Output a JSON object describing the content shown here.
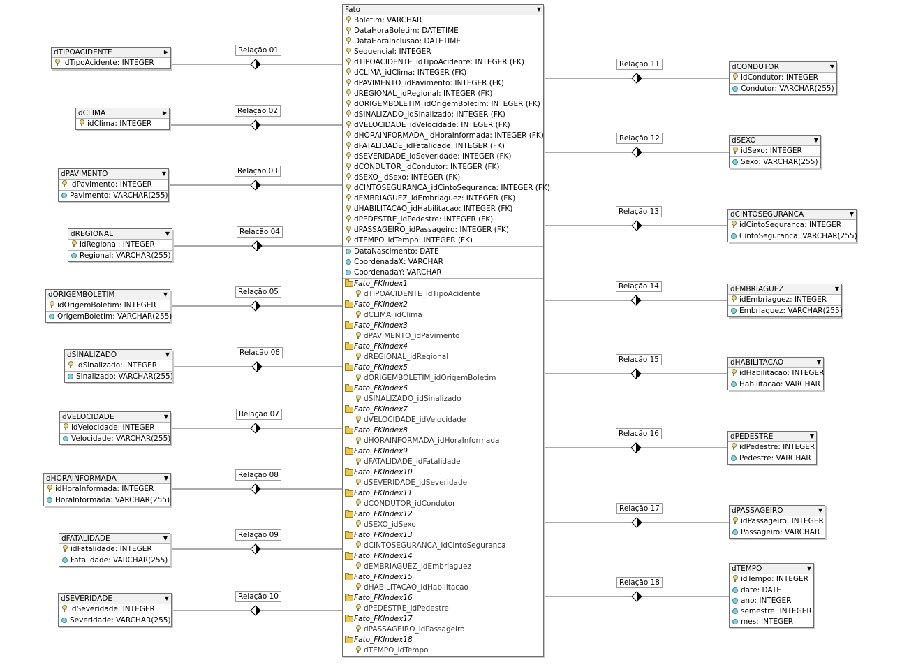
{
  "fact": {
    "title": "Fato",
    "columns": [
      "Boletim: VARCHAR",
      "DataHoraBoletim: DATETIME",
      "DataHoraInclusao: DATETIME",
      "Sequencial: INTEGER",
      "dTIPOACIDENTE_idTipoAcidente: INTEGER (FK)",
      "dCLIMA_idClima: INTEGER (FK)",
      "dPAVIMENTO_idPavimento: INTEGER (FK)",
      "dREGIONAL_idRegional: INTEGER (FK)",
      "dORIGEMBOLETIM_idOrigemBoletim: INTEGER (FK)",
      "dSINALIZADO_idSinalizado: INTEGER (FK)",
      "dVELOCIDADE_idVelocidade: INTEGER (FK)",
      "dHORAINFORMADA_idHoraInformada: INTEGER (FK)",
      "dFATALIDADE_idFatalidade: INTEGER (FK)",
      "dSEVERIDADE_idSeveridade: INTEGER (FK)",
      "dCONDUTOR_idCondutor: INTEGER (FK)",
      "dSEXO_idSexo: INTEGER (FK)",
      "dCINTOSEGURANCA_idCintoSeguranca: INTEGER (FK)",
      "dEMBRIAGUEZ_idEmbriaguez: INTEGER (FK)",
      "dHABILITACAO_idHabilitacao: INTEGER (FK)",
      "dPEDESTRE_idPedestre: INTEGER (FK)",
      "dPASSAGEIRO_idPassageiro: INTEGER (FK)",
      "dTEMPO_idTempo: INTEGER (FK)"
    ],
    "attributes": [
      "DataNascimento: DATE",
      "CoordenadaX: VARCHAR",
      "CoordenadaY: VARCHAR"
    ],
    "indexes": [
      {
        "name": "Fato_FKIndex1",
        "column": "dTIPOACIDENTE_idTipoAcidente"
      },
      {
        "name": "Fato_FKIndex2",
        "column": "dCLIMA_idClima"
      },
      {
        "name": "Fato_FKIndex3",
        "column": "dPAVIMENTO_idPavimento"
      },
      {
        "name": "Fato_FKIndex4",
        "column": "dREGIONAL_idRegional"
      },
      {
        "name": "Fato_FKIndex5",
        "column": "dORIGEMBOLETIM_idOrigemBoletim"
      },
      {
        "name": "Fato_FKIndex6",
        "column": "dSINALIZADO_idSinalizado"
      },
      {
        "name": "Fato_FKIndex7",
        "column": "dVELOCIDADE_idVelocidade"
      },
      {
        "name": "Fato_FKIndex8",
        "column": "dHORAINFORMADA_idHoraInformada"
      },
      {
        "name": "Fato_FKIndex9",
        "column": "dFATALIDADE_idFatalidade"
      },
      {
        "name": "Fato_FKIndex10",
        "column": "dSEVERIDADE_idSeveridade"
      },
      {
        "name": "Fato_FKIndex11",
        "column": "dCONDUTOR_idCondutor"
      },
      {
        "name": "Fato_FKIndex12",
        "column": "dSEXO_idSexo"
      },
      {
        "name": "Fato_FKIndex13",
        "column": "dCINTOSEGURANCA_idCintoSeguranca"
      },
      {
        "name": "Fato_FKIndex14",
        "column": "dEMBRIAGUEZ_idEmbriaguez"
      },
      {
        "name": "Fato_FKIndex15",
        "column": "dHABILITACAO_idHabilitacao"
      },
      {
        "name": "Fato_FKIndex16",
        "column": "dPEDESTRE_idPedestre"
      },
      {
        "name": "Fato_FKIndex17",
        "column": "dPASSAGEIRO_idPassageiro"
      },
      {
        "name": "Fato_FKIndex18",
        "column": "dTEMPO_idTempo"
      }
    ]
  },
  "dimensions": [
    {
      "title": "dTIPOACIDENTE",
      "header_icon": "triangle-right-icon",
      "key": "idTipoAcidente: INTEGER",
      "attributes": [],
      "relation": "Relação 01"
    },
    {
      "title": "dCLIMA",
      "header_icon": "triangle-right-icon",
      "key": "idClima: INTEGER",
      "attributes": [],
      "relation": "Relação 02"
    },
    {
      "title": "dPAVIMENTO",
      "header_icon": "triangle-down-icon",
      "key": "idPavimento: INTEGER",
      "attributes": [
        "Pavimento: VARCHAR(255)"
      ],
      "relation": "Relação 03"
    },
    {
      "title": "dREGIONAL",
      "header_icon": "triangle-down-icon",
      "key": "idRegional: INTEGER",
      "attributes": [
        "Regional: VARCHAR(255)"
      ],
      "relation": "Relação 04"
    },
    {
      "title": "dORIGEMBOLETIM",
      "header_icon": "triangle-down-icon",
      "key": "idOrigemBoletim: INTEGER",
      "attributes": [
        "OrigemBoletim: VARCHAR(255)"
      ],
      "relation": "Relação 05"
    },
    {
      "title": "dSINALIZADO",
      "header_icon": "triangle-down-icon",
      "key": "idSinalizado: INTEGER",
      "attributes": [
        "Sinalizado: VARCHAR(255)"
      ],
      "relation": "Relação 06"
    },
    {
      "title": "dVELOCIDADE",
      "header_icon": "triangle-down-icon",
      "key": "idVelocidade: INTEGER",
      "attributes": [
        "Velocidade: VARCHAR(255)"
      ],
      "relation": "Relação 07"
    },
    {
      "title": "dHORAINFORMADA",
      "header_icon": "triangle-down-icon",
      "key": "idHoraInformada: INTEGER",
      "attributes": [
        "HoraInformada: VARCHAR(255)"
      ],
      "relation": "Relação 08"
    },
    {
      "title": "dFATALIDADE",
      "header_icon": "triangle-down-icon",
      "key": "idFatalidade: INTEGER",
      "attributes": [
        "Fatalidade: VARCHAR(255)"
      ],
      "relation": "Relação 09"
    },
    {
      "title": "dSEVERIDADE",
      "header_icon": "triangle-down-icon",
      "key": "idSeveridade: INTEGER",
      "attributes": [
        "Severidade: VARCHAR(255)"
      ],
      "relation": "Relação 10"
    },
    {
      "title": "dCONDUTOR",
      "header_icon": "triangle-down-icon",
      "key": "idCondutor: INTEGER",
      "attributes": [
        "Condutor: VARCHAR(255)"
      ],
      "relation": "Relação 11"
    },
    {
      "title": "dSEXO",
      "header_icon": "triangle-down-icon",
      "key": "idSexo: INTEGER",
      "attributes": [
        "Sexo: VARCHAR(255)"
      ],
      "relation": "Relação 12"
    },
    {
      "title": "dCINTOSEGURANCA",
      "header_icon": "triangle-down-icon",
      "key": "idCintoSeguranca: INTEGER",
      "attributes": [
        "CintoSeguranca: VARCHAR(255)"
      ],
      "relation": "Relação 13"
    },
    {
      "title": "dEMBRIAGUEZ",
      "header_icon": "triangle-down-icon",
      "key": "idEmbriaguez: INTEGER",
      "attributes": [
        "Embriaguez: VARCHAR(255)"
      ],
      "relation": "Relação 14"
    },
    {
      "title": "dHABILITACAO",
      "header_icon": "triangle-down-icon",
      "key": "idHabilitacao: INTEGER",
      "attributes": [
        "Habilitacao: VARCHAR"
      ],
      "relation": "Relação 15"
    },
    {
      "title": "dPEDESTRE",
      "header_icon": "triangle-down-icon",
      "key": "idPedestre: INTEGER",
      "attributes": [
        "Pedestre: VARCHAR"
      ],
      "relation": "Relação 16"
    },
    {
      "title": "dPASSAGEIRO",
      "header_icon": "triangle-down-icon",
      "key": "idPassageiro: INTEGER",
      "attributes": [
        "Passageiro: VARCHAR"
      ],
      "relation": "Relação 17"
    },
    {
      "title": "dTEMPO",
      "header_icon": "triangle-down-icon",
      "key": "idTempo: INTEGER",
      "attributes": [
        "date: DATE",
        "ano: INTEGER",
        "semestre: INTEGER",
        "mes: INTEGER"
      ],
      "relation": "Relação 18"
    }
  ],
  "colors": {
    "line": "#555555",
    "border": "#6e6e6e",
    "key_icon": "#e8d890",
    "attribute_icon": "#8fd0d8",
    "index_folder": "#f0c850"
  }
}
